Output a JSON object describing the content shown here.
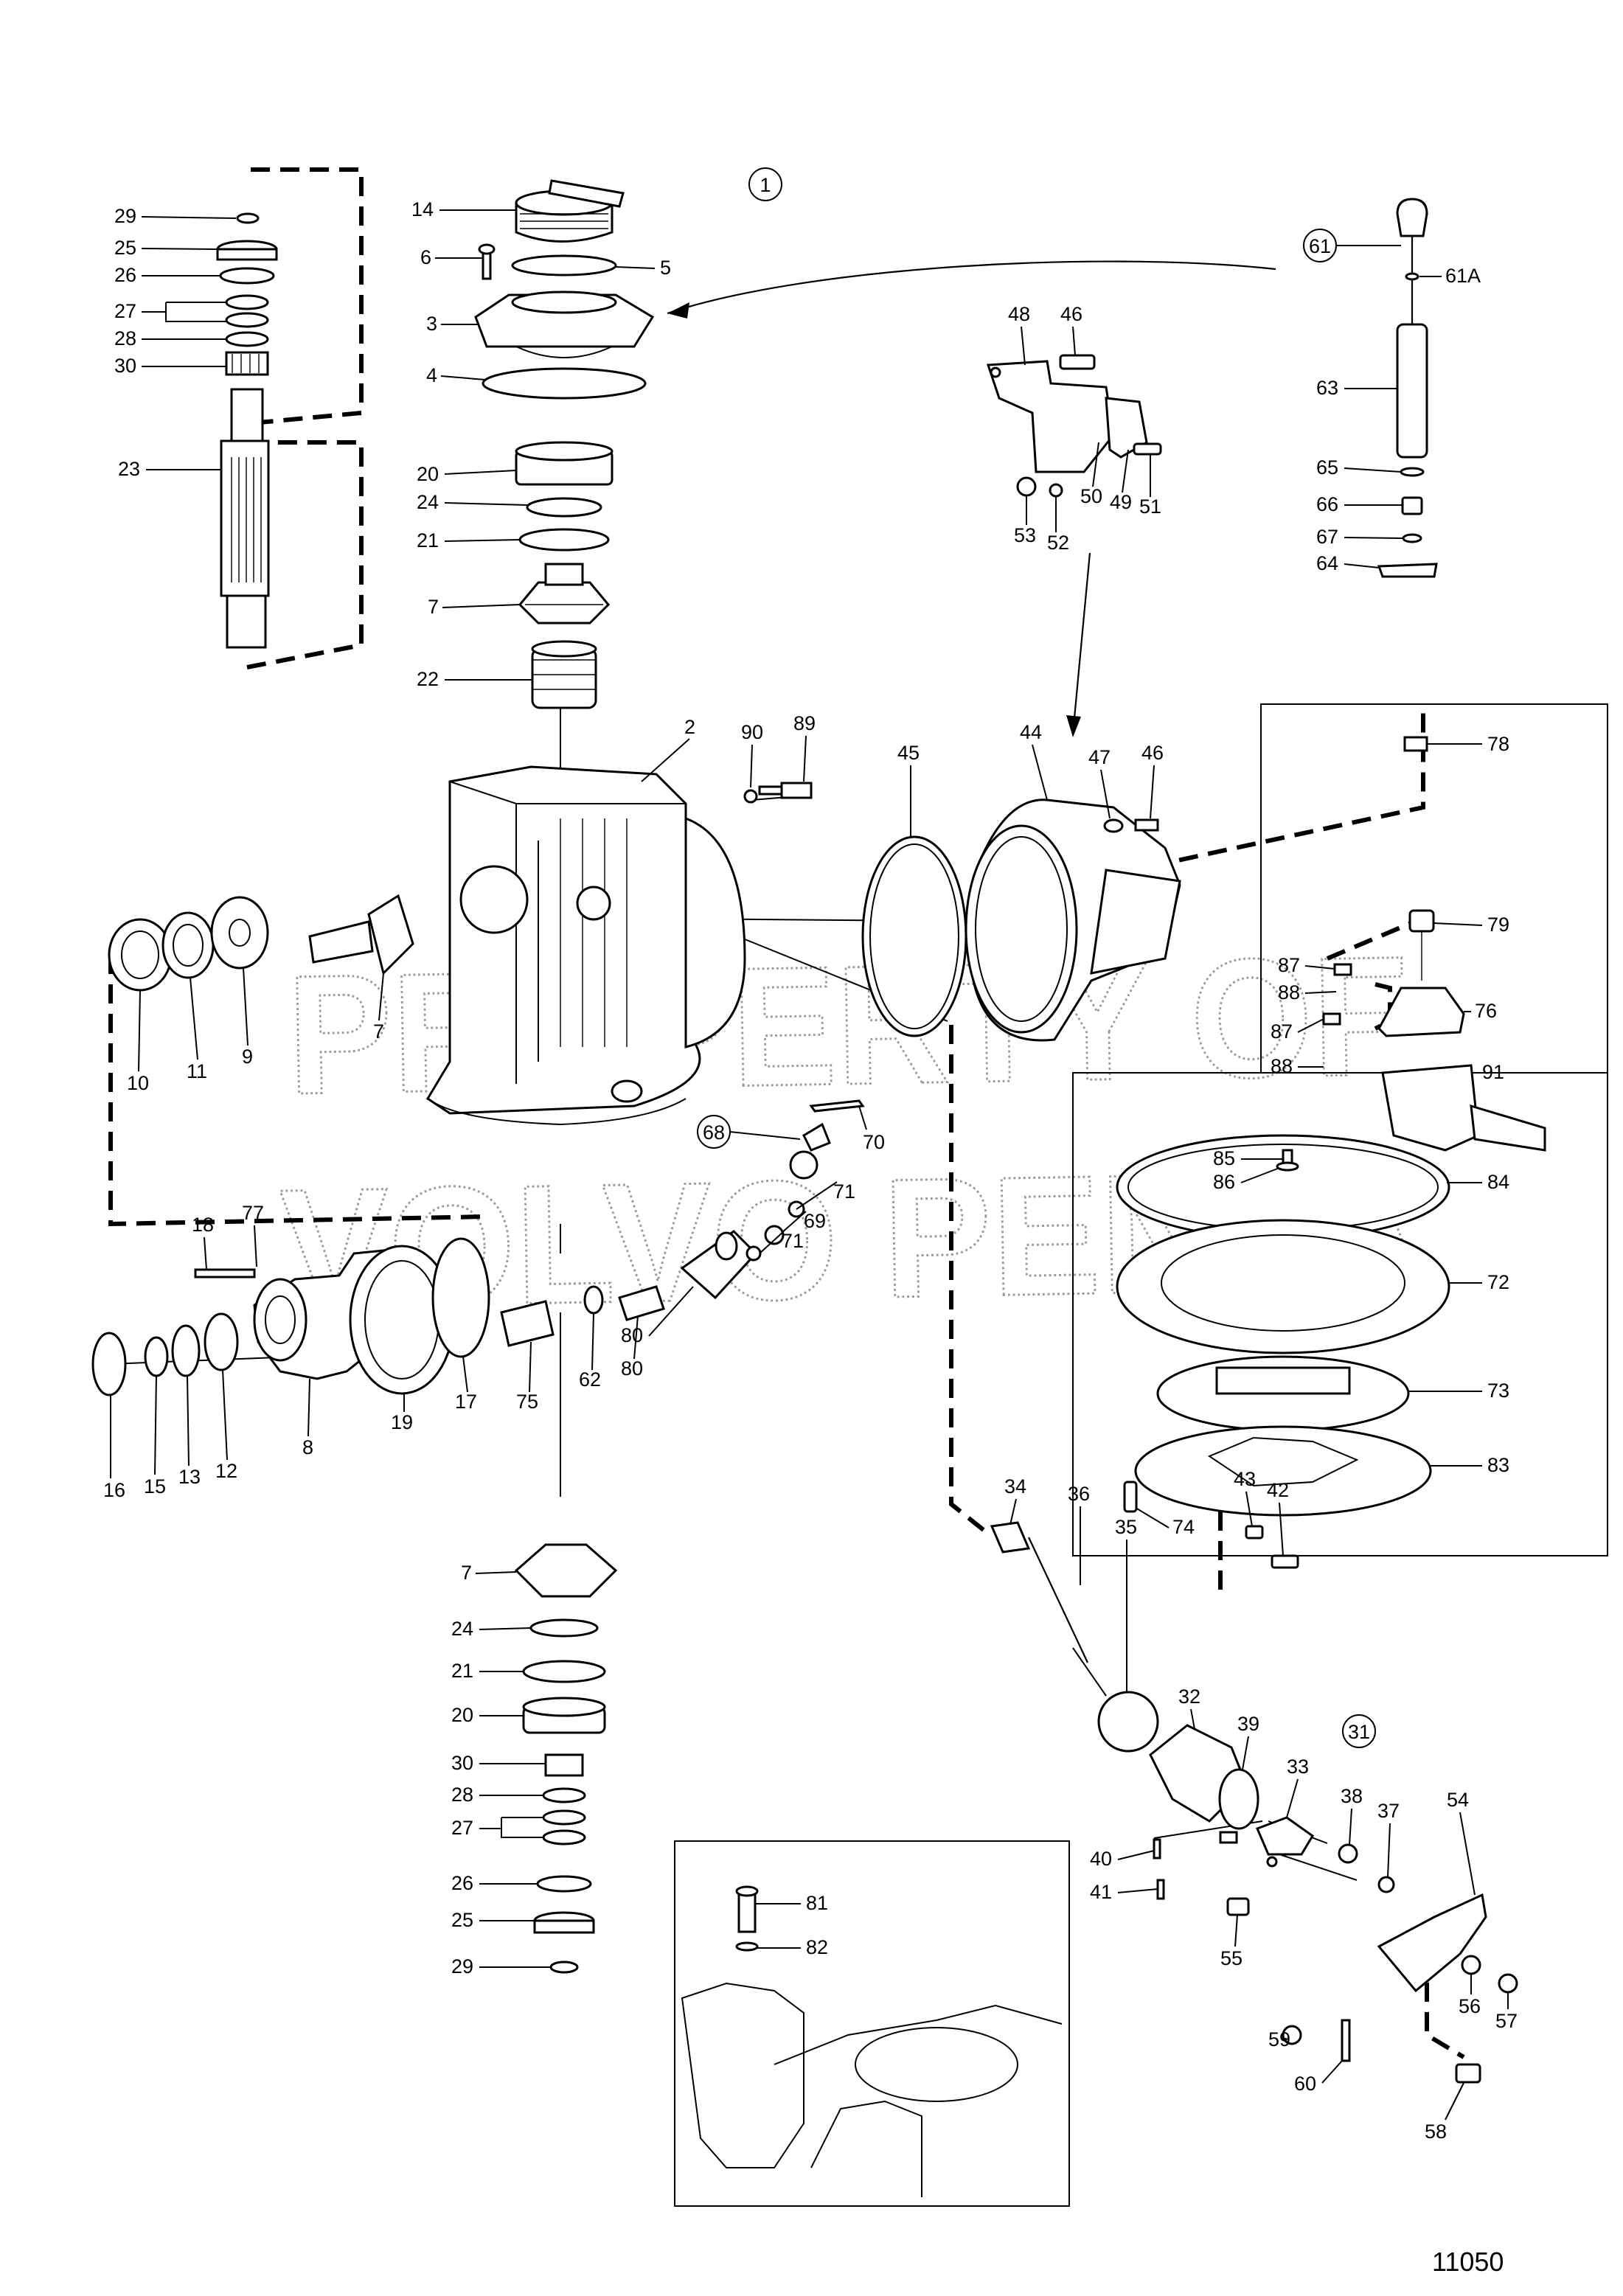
{
  "drawing_number": "11050",
  "watermark": [
    "PROPERTY OF",
    "VOLVO PENTA"
  ],
  "callout_groups": [
    "1",
    "31",
    "61",
    "68"
  ],
  "labels": {
    "29a": "29",
    "25a": "25",
    "26a": "26",
    "27a": "27",
    "28a": "28",
    "30a": "30",
    "23": "23",
    "14": "14",
    "6": "6",
    "5": "5",
    "3": "3",
    "4": "4",
    "20a": "20",
    "24a": "24",
    "21a": "21",
    "7a": "7",
    "22": "22",
    "2": "2",
    "90": "90",
    "89": "89",
    "45": "45",
    "44": "44",
    "47": "47",
    "46b": "46",
    "48": "48",
    "46a": "46",
    "50": "50",
    "49": "49",
    "51": "51",
    "53": "53",
    "52": "52",
    "61A": "61A",
    "63": "63",
    "65": "65",
    "66": "66",
    "67": "67",
    "64": "64",
    "78": "78",
    "79": "79",
    "87a": "87",
    "88a": "88",
    "76": "76",
    "87b": "87",
    "88b": "88",
    "91": "91",
    "85": "85",
    "86": "86",
    "84": "84",
    "72": "72",
    "73": "73",
    "83": "83",
    "74": "74",
    "10": "10",
    "11": "11",
    "9": "9",
    "7b": "7",
    "70": "70",
    "71a": "71",
    "69": "69",
    "71b": "71",
    "18": "18",
    "77": "77",
    "8": "8",
    "19": "19",
    "17": "17",
    "75": "75",
    "62": "62",
    "80a": "80",
    "80b": "80",
    "16": "16",
    "15": "15",
    "13": "13",
    "12": "12",
    "7c": "7",
    "24b": "24",
    "21b": "21",
    "20b": "20",
    "30b": "30",
    "28b": "28",
    "27b": "27",
    "26b": "26",
    "25b": "25",
    "29b": "29",
    "81": "81",
    "82": "82",
    "34": "34",
    "36": "36",
    "35": "35",
    "43": "43",
    "42": "42",
    "32": "32",
    "39": "39",
    "33": "33",
    "38": "38",
    "37": "37",
    "54": "54",
    "40": "40",
    "41": "41",
    "55": "55",
    "56": "56",
    "57": "57",
    "59": "59",
    "60": "60",
    "58": "58"
  }
}
